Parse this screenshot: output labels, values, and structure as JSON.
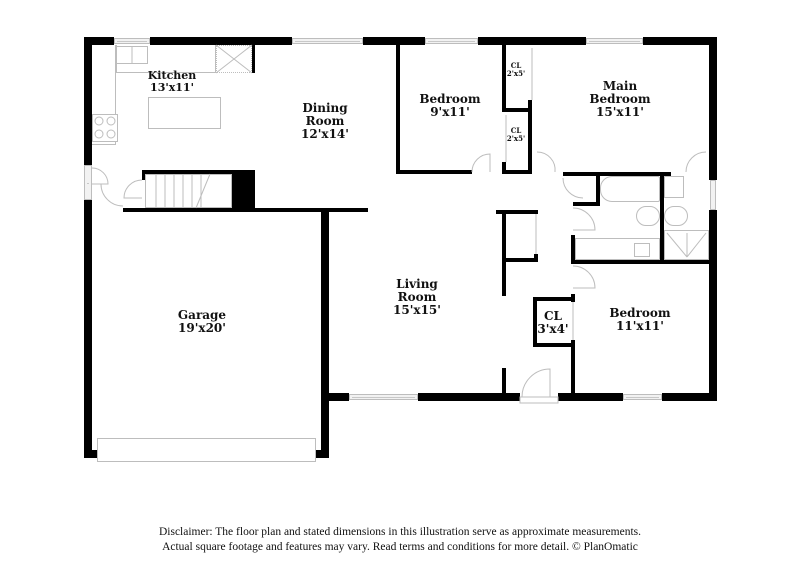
{
  "floor_plan": {
    "rooms": [
      {
        "id": "kitchen",
        "name": "Kitchen",
        "dims": "13'x11'"
      },
      {
        "id": "dining",
        "name_line1": "Dining",
        "name_line2": "Room",
        "dims": "12'x14'"
      },
      {
        "id": "bedroom2",
        "name": "Bedroom",
        "dims": "9'x11'"
      },
      {
        "id": "closet1",
        "name": "CL",
        "dims": "2'x5'"
      },
      {
        "id": "closet2",
        "name": "CL",
        "dims": "2'x5'"
      },
      {
        "id": "main_bedroom",
        "name_line1": "Main",
        "name_line2": "Bedroom",
        "dims": "15'x11'"
      },
      {
        "id": "garage",
        "name": "Garage",
        "dims": "19'x20'"
      },
      {
        "id": "living",
        "name_line1": "Living",
        "name_line2": "Room",
        "dims": "15'x15'"
      },
      {
        "id": "closet3",
        "name": "CL",
        "dims": "3'x4'"
      },
      {
        "id": "bedroom3",
        "name": "Bedroom",
        "dims": "11'x11'"
      }
    ],
    "colors": {
      "wall": "#000000",
      "fixture": "#bdbdbd",
      "background": "#ffffff"
    }
  },
  "disclaimer": {
    "line1": "Disclaimer: The floor plan and stated dimensions in this illustration serve as approximate measurements.",
    "line2": "Actual square footage and features may vary. Read terms and conditions for more detail. © PlanOmatic"
  }
}
